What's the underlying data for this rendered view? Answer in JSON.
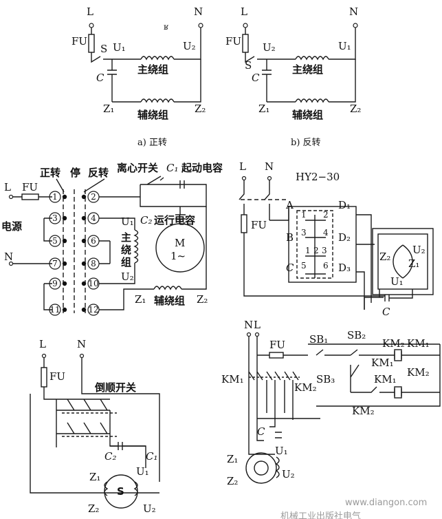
{
  "top_left": {
    "L": "L",
    "N": "N",
    "FU": "FU",
    "S": "S",
    "U1": "U₁",
    "U2": "U₂",
    "C": "C",
    "Z1": "Z₁",
    "Z2": "Z₂",
    "main": "主绕组",
    "aux": "辅绕组",
    "caption": "a) 正转",
    "stray": "ʁ"
  },
  "top_right": {
    "L": "L",
    "N": "N",
    "FU": "FU",
    "S": "S",
    "U1": "U₂",
    "U2": "U₁",
    "C": "C",
    "Z1": "Z₁",
    "Z2": "Z₂",
    "main": "主绕组",
    "aux": "辅绕组",
    "caption": "b) 反转"
  },
  "mid_left": {
    "L": "L",
    "FU": "FU",
    "N": "N",
    "power": "电源",
    "forward": "正转",
    "stop": "停",
    "reverse": "反转",
    "centrifugal": "离心开关",
    "C1": "C₁",
    "start_cap": "起动电容",
    "C2": "C₂",
    "run_cap": "运行电容",
    "U1": "U₁",
    "U2": "U₂",
    "main_v": [
      "主",
      "绕",
      "组"
    ],
    "motor": "M",
    "motor2": "1~",
    "Z1": "Z₁",
    "Z2": "Z₂",
    "aux": "辅绕组",
    "left_terms": [
      "1",
      "3",
      "5",
      "7",
      "9",
      "11"
    ],
    "right_terms": [
      "2",
      "4",
      "6",
      "8",
      "10",
      "12"
    ]
  },
  "mid_right": {
    "L": "L",
    "N": "N",
    "switch": "HY2−30",
    "FU": "FU",
    "A": "A",
    "B": "B",
    "C": "C",
    "D1": "D₁",
    "D2": "D₂",
    "D3": "D₃",
    "Z2": "Z₂",
    "Z1": "Z₁",
    "U1": "U₁",
    "U2": "U₂",
    "Cap": "C",
    "contacts": [
      "1",
      "2",
      "3",
      "4",
      "5",
      "6",
      "1",
      "2",
      "3"
    ]
  },
  "bottom_left": {
    "L": "L",
    "N": "N",
    "FU": "FU",
    "switch": "倒顺开关",
    "C2": "C₂",
    "C1": "C₁",
    "U1": "U₁",
    "U2": "U₂",
    "Z1": "Z₁",
    "Z2": "Z₂",
    "S": "S"
  },
  "bottom_right": {
    "N": "N",
    "L": "L",
    "FU": "FU",
    "SB1": "SB₁",
    "SB2": "SB₂",
    "SB3": "SB₃",
    "KM1": "KM₁",
    "KM2": "KM₂",
    "C": "C",
    "Z1": "Z₁",
    "Z2": "Z₂",
    "U1": "U₁",
    "U2": "U₂"
  },
  "watermark": {
    "url": "www.diangon.com",
    "cn": "机械工业出版社电气"
  }
}
